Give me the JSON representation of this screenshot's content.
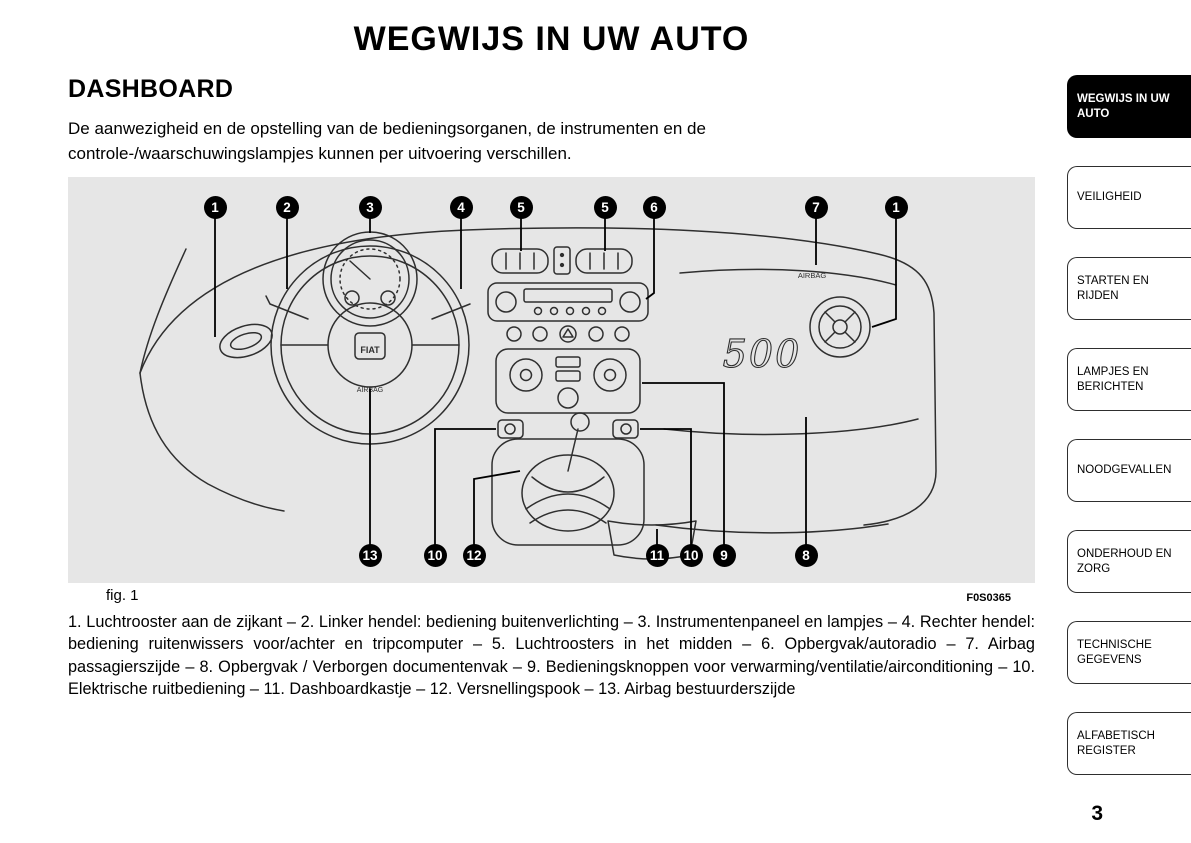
{
  "page": {
    "title": "WEGWIJS IN UW AUTO",
    "section_heading": "DASHBOARD",
    "intro": "De aanwezigheid en de opstelling van de bedieningsorganen, de instrumenten en de controle-/waarschuwingslampjes kunnen per uitvoering verschillen.",
    "page_number": "3"
  },
  "figure": {
    "caption": "fig. 1",
    "code": "F0S0365",
    "callouts_top": [
      "1",
      "2",
      "3",
      "4",
      "5",
      "5",
      "6",
      "7",
      "1"
    ],
    "callouts_bottom": [
      "13",
      "10",
      "12",
      "11",
      "10",
      "9",
      "8"
    ],
    "diagram": {
      "brand_badge": "FIAT",
      "airbag_label": "AIRBAG",
      "model_logo": "500"
    }
  },
  "legend": "1. Luchtrooster aan de zijkant – 2. Linker hendel: bediening buitenverlichting – 3. Instrumentenpaneel en lampjes – 4. Rechter hendel: bediening ruitenwissers voor/achter en tripcomputer – 5. Luchtroosters in het midden – 6. Opbergvak/autoradio – 7. Airbag passagierszijde – 8. Opbergvak / Verborgen documentenvak – 9. Bedieningsknoppen voor verwarming/ventilatie/airconditioning – 10. Elektrische ruitbediening – 11. Dashboardkastje – 12. Versnellingspook – 13. Airbag bestuurderszijde",
  "sidebar": {
    "items": [
      {
        "label": "WEGWIJS IN UW AUTO",
        "active": true
      },
      {
        "label": "VEILIGHEID",
        "active": false
      },
      {
        "label": "STARTEN EN RIJDEN",
        "active": false
      },
      {
        "label": "LAMPJES EN BERICHTEN",
        "active": false
      },
      {
        "label": "NOODGEVALLEN",
        "active": false
      },
      {
        "label": "ONDERHOUD EN ZORG",
        "active": false
      },
      {
        "label": "TECHNISCHE GEGEVENS",
        "active": false
      },
      {
        "label": "ALFABETISCH REGISTER",
        "active": false
      }
    ]
  }
}
